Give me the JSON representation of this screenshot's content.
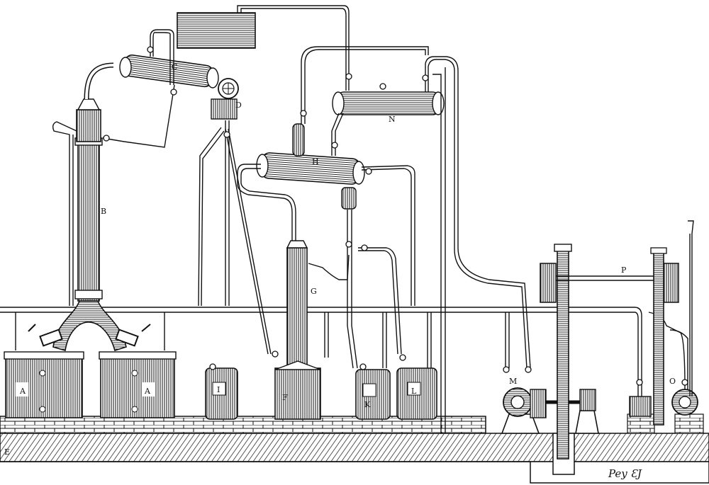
{
  "labels": {
    "boiler_a1": "A",
    "boiler_a2": "A",
    "column_b": "B",
    "condenser_c": "C",
    "regulator_d": "D",
    "rectifier_g": "G",
    "heater_h": "H",
    "receiver_i": "I",
    "receiver_f": "F",
    "receiver_k": "K",
    "receiver_l": "L",
    "pump_m": "M",
    "condenser_n": "N",
    "pump_o": "O",
    "shaft_p": "P",
    "floor_e": "E"
  },
  "signature": "Pey ƐJ",
  "colors": {
    "ink": "#111111",
    "paper": "#ffffff"
  }
}
